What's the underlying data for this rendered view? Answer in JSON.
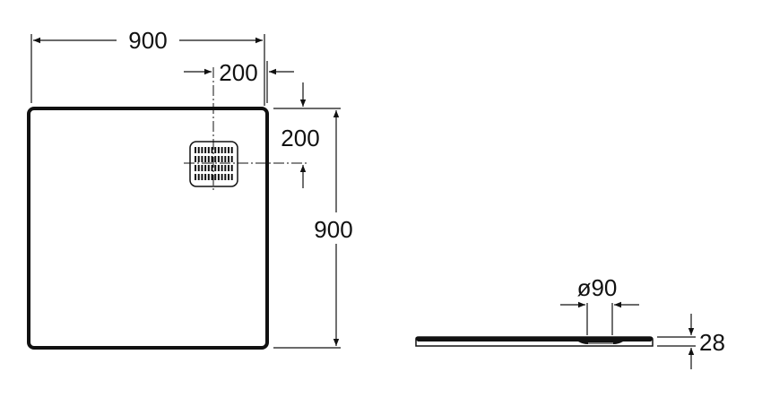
{
  "plan_view": {
    "width_label": "900",
    "depth_label": "900",
    "drain_offset_x_label": "200",
    "drain_offset_y_label": "200"
  },
  "side_view": {
    "drain_diameter_label": "ø90",
    "height_label": "28"
  }
}
